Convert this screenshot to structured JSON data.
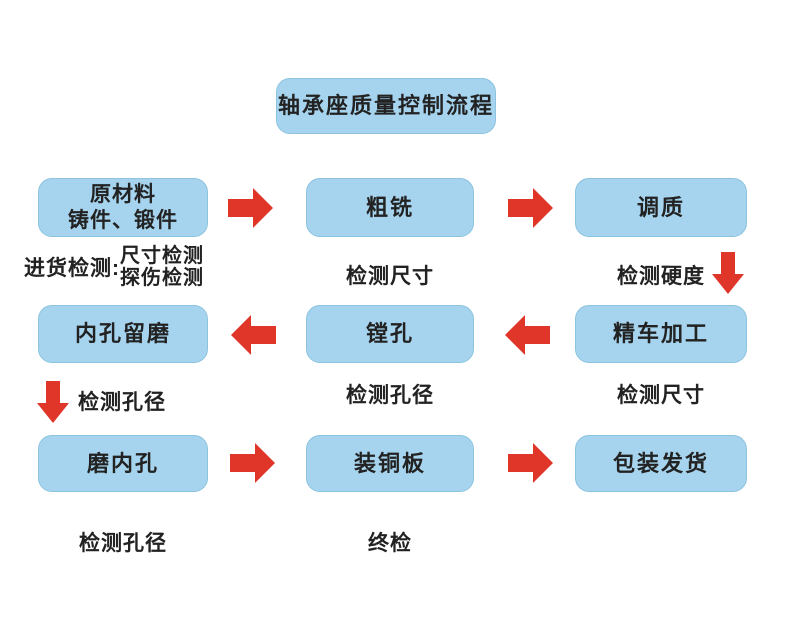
{
  "colors": {
    "box_fill": "#a6d4ee",
    "box_border": "#8cc3df",
    "arrow_red": "#e0362a",
    "text": "#222222",
    "background": "#ffffff"
  },
  "title": "轴承座质量控制流程",
  "nodes": {
    "raw_material_line1": "原材料",
    "raw_material_line2": "铸件、锻件",
    "rough_milling": "粗铣",
    "tempering": "调质",
    "fine_turning": "精车加工",
    "boring": "镗孔",
    "hole_grinding_allowance": "内孔留磨",
    "grind_inner_hole": "磨内孔",
    "install_copper_plate": "装铜板",
    "pack_and_ship": "包装发货"
  },
  "annotations": {
    "incoming_inspection_label": "进货检测:",
    "incoming_check_1": "尺寸检测",
    "incoming_check_2": "探伤检测",
    "check_size_after_milling": "检测尺寸",
    "check_hardness": "检测硬度",
    "check_bore_after_allowance": "检测孔径",
    "check_bore_after_boring": "检测孔径",
    "check_size_after_turning": "检测尺寸",
    "check_bore_after_grinding": "检测孔径",
    "final_inspection": "终检"
  }
}
